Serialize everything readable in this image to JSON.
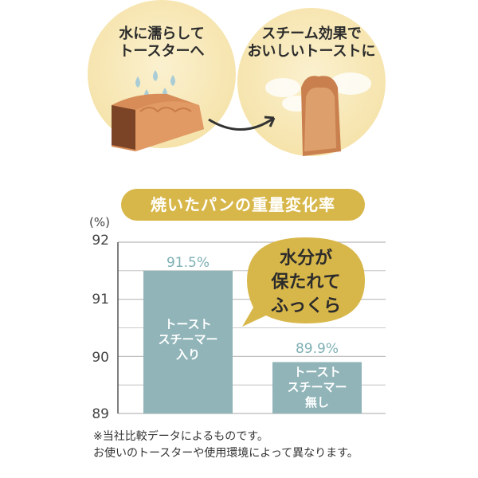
{
  "top": {
    "left_caption": [
      "水に濡らして",
      "トースターへ"
    ],
    "right_caption": [
      "スチーム効果で",
      "おいしいトーストに"
    ]
  },
  "callout": [
    "水分が",
    "保たれて",
    "ふっくら"
  ],
  "footnote": [
    "※当社比較データによるものです。",
    "お使いのトースターや使用環境によって異なります。"
  ],
  "colors": {
    "accent": "#d8b74a",
    "bar": "#90b4b8",
    "value_text": "#7fb0b4",
    "circle": "#f6e4ad"
  },
  "chart_data": {
    "type": "bar",
    "title": "焼いたパンの重量変化率",
    "unit": "(%)",
    "ylim": [
      89,
      92
    ],
    "yticks": [
      "92",
      "91",
      "90",
      "89"
    ],
    "grid": true,
    "categories": [
      [
        "トースト",
        "スチーマー",
        "入り"
      ],
      [
        "トースト",
        "スチーマー",
        "無し"
      ]
    ],
    "values": [
      91.5,
      89.9
    ],
    "value_labels": [
      "91.5%",
      "89.9%"
    ]
  }
}
